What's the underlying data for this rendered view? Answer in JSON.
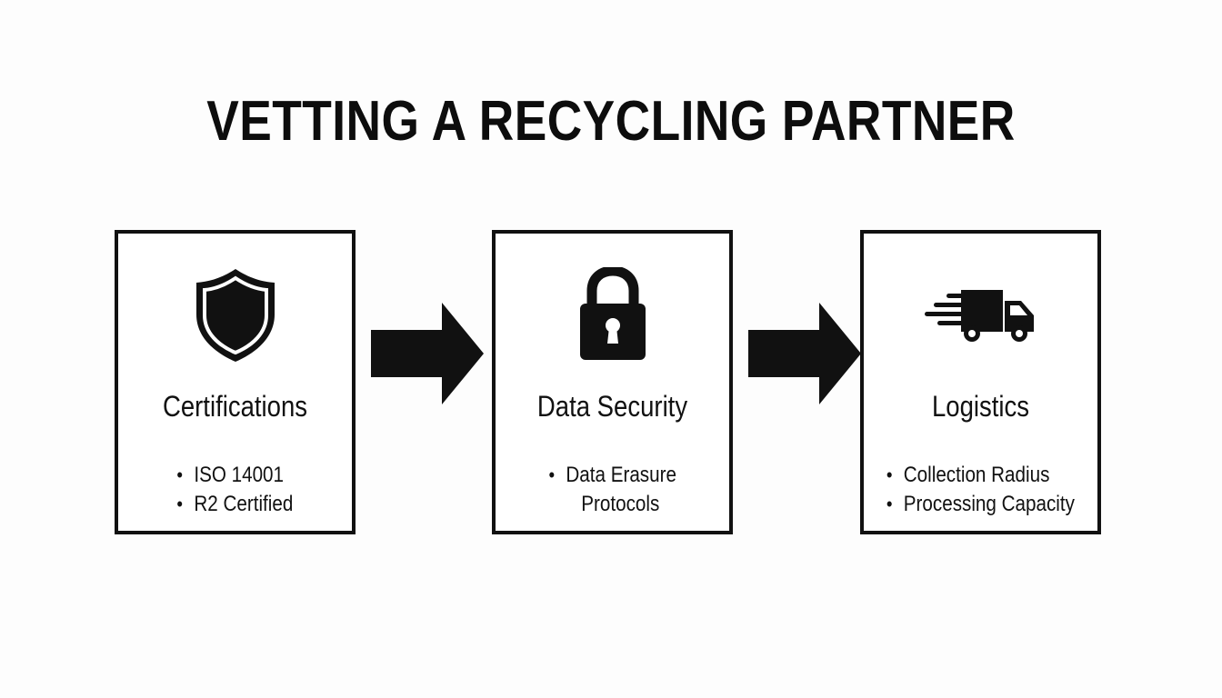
{
  "title": "VETTING A RECYCLING PARTNER",
  "steps": [
    {
      "icon": "shield-icon",
      "title": "Certifications",
      "items": [
        "ISO 14001",
        "R2 Certified"
      ]
    },
    {
      "icon": "lock-icon",
      "title": "Data Security",
      "items": [
        "Data Erasure",
        "Protocols"
      ]
    },
    {
      "icon": "truck-icon",
      "title": "Logistics",
      "items": [
        "Collection Radius",
        "Processing Capacity"
      ]
    }
  ],
  "colors": {
    "ink": "#111111",
    "background": "#fdfdfd"
  }
}
